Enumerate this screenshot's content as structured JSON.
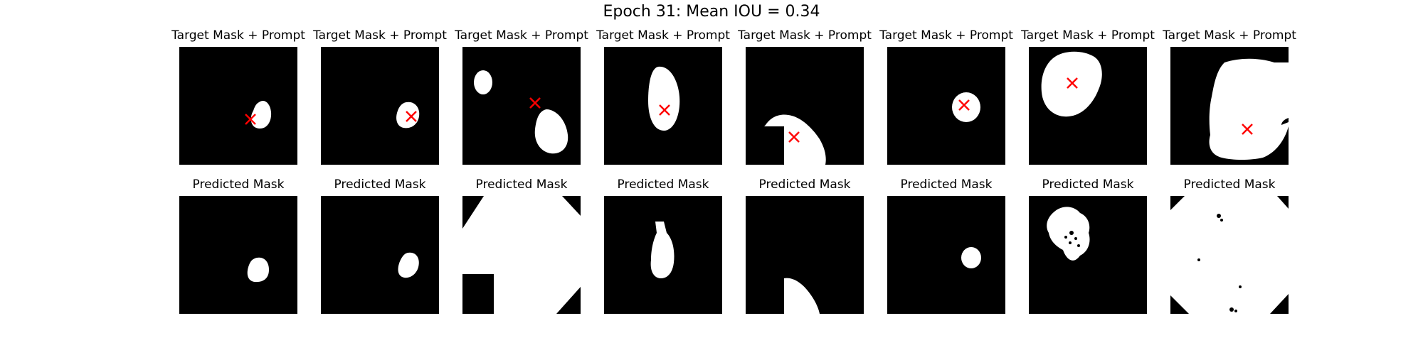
{
  "figure": {
    "suptitle": "Epoch 31: Mean IOU = 0.34"
  },
  "chart_data": {
    "type": "image-grid",
    "title": "Epoch 31: Mean IOU = 0.34",
    "epoch": 31,
    "mean_iou": 0.34,
    "rows": [
      {
        "row_title": "Target Mask + Prompt",
        "count": 8,
        "prompt_marker": "red x"
      },
      {
        "row_title": "Predicted Mask",
        "count": 8
      }
    ],
    "colors": {
      "background": "#000000",
      "mask": "#ffffff",
      "prompt": "#ff0000"
    }
  },
  "labels": {
    "top": "Target Mask + Prompt",
    "bottom": "Predicted Mask"
  }
}
